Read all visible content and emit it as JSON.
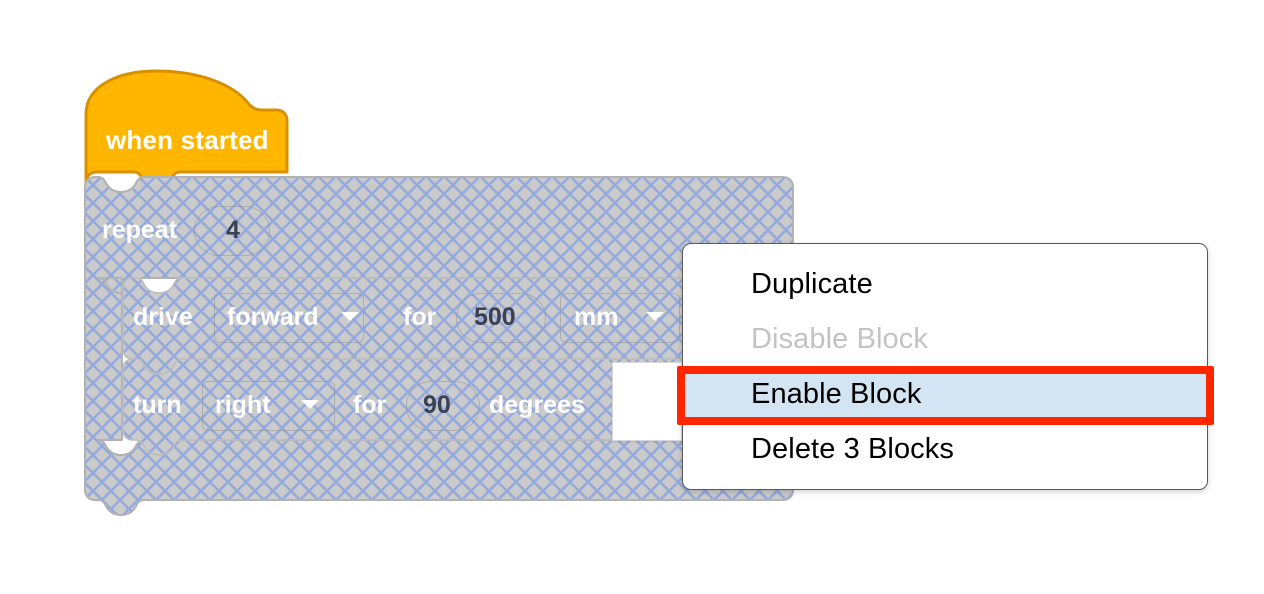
{
  "app": {
    "surface": "blocks-workspace",
    "background_color": "#ffffff"
  },
  "colors": {
    "hat_block_fill": "#ffb600",
    "hat_block_stroke": "#d99000",
    "disabled_block_fill": "#cbcbcb",
    "disabled_hatch_line": "#95aadd",
    "disabled_block_stroke": "#b2b2b2",
    "block_label_text": "#ffffff",
    "number_field_text": "#3b4152",
    "menu_background": "#ffffff",
    "menu_border": "#5a5a5a",
    "menu_item_text": "#000000",
    "menu_item_disabled_text": "#c3c3c3",
    "menu_item_highlight_background": "#d3e4f2",
    "annotation_outline": "#ff2600"
  },
  "workspace": {
    "hat_block": {
      "label": "when started",
      "type": "event-hat",
      "enabled": true
    },
    "stack": {
      "disabled": true,
      "blocks": [
        {
          "name": "repeat",
          "type": "c-block",
          "parts": [
            {
              "kind": "label",
              "text": "repeat"
            },
            {
              "kind": "number-field",
              "value": "4"
            }
          ]
        },
        {
          "name": "drive",
          "type": "statement",
          "parts": [
            {
              "kind": "label",
              "text": "drive"
            },
            {
              "kind": "dropdown",
              "value": "forward"
            },
            {
              "kind": "label",
              "text": "for"
            },
            {
              "kind": "number-field",
              "value": "500"
            },
            {
              "kind": "dropdown",
              "value": "mm"
            }
          ]
        },
        {
          "name": "turn",
          "type": "statement",
          "parts": [
            {
              "kind": "label",
              "text": "turn"
            },
            {
              "kind": "dropdown",
              "value": "right"
            },
            {
              "kind": "label",
              "text": "for"
            },
            {
              "kind": "number-field",
              "value": "90"
            },
            {
              "kind": "label",
              "text": "degrees"
            }
          ]
        }
      ]
    },
    "edit_field": {
      "value": "",
      "placeholder": "",
      "open": true
    }
  },
  "context_menu": {
    "visible": true,
    "items": [
      {
        "label": "Duplicate",
        "state": "normal"
      },
      {
        "label": "Disable Block",
        "state": "disabled"
      },
      {
        "label": "Enable Block",
        "state": "highlighted"
      },
      {
        "label": "Delete 3 Blocks",
        "state": "normal"
      }
    ]
  },
  "annotation": {
    "target_item": "Enable Block",
    "shape": "rectangle",
    "color": "#ff2600"
  }
}
